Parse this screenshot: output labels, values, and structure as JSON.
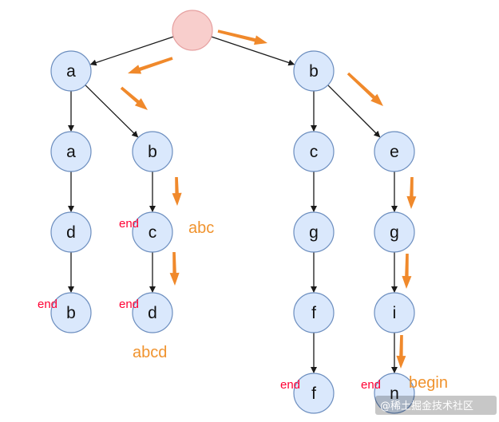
{
  "colors": {
    "node_fill": "#dae8fc",
    "node_stroke": "#6c8ebf",
    "root_fill": "#f8cecc",
    "edge": "#1a1a1a",
    "traversal_arrow": "#f0892b",
    "end_marker": "#ff0033",
    "word_label": "#f0932e"
  },
  "trie": {
    "root": {
      "label": ""
    },
    "nodes": [
      {
        "id": "a1",
        "label": "a"
      },
      {
        "id": "b1",
        "label": "b"
      },
      {
        "id": "a2",
        "label": "a"
      },
      {
        "id": "b2",
        "label": "b"
      },
      {
        "id": "c1",
        "label": "c"
      },
      {
        "id": "e1",
        "label": "e"
      },
      {
        "id": "d1",
        "label": "d"
      },
      {
        "id": "c2",
        "label": "c"
      },
      {
        "id": "g1",
        "label": "g"
      },
      {
        "id": "g2",
        "label": "g"
      },
      {
        "id": "b3",
        "label": "b"
      },
      {
        "id": "d2",
        "label": "d"
      },
      {
        "id": "f1",
        "label": "f"
      },
      {
        "id": "i1",
        "label": "i"
      },
      {
        "id": "f2",
        "label": "f"
      },
      {
        "id": "n1",
        "label": "n"
      }
    ],
    "edges": [
      [
        "root",
        "a1"
      ],
      [
        "root",
        "b1"
      ],
      [
        "a1",
        "a2"
      ],
      [
        "a1",
        "b2"
      ],
      [
        "b1",
        "c1"
      ],
      [
        "b1",
        "e1"
      ],
      [
        "a2",
        "d1"
      ],
      [
        "b2",
        "c2"
      ],
      [
        "c1",
        "g1"
      ],
      [
        "e1",
        "g2"
      ],
      [
        "d1",
        "b3"
      ],
      [
        "c2",
        "d2"
      ],
      [
        "g1",
        "f1"
      ],
      [
        "g2",
        "i1"
      ],
      [
        "f1",
        "f2"
      ],
      [
        "i1",
        "n1"
      ]
    ],
    "end_markers": [
      {
        "node": "c2",
        "text": "end"
      },
      {
        "node": "b3",
        "text": "end"
      },
      {
        "node": "d2",
        "text": "end"
      },
      {
        "node": "f2",
        "text": "end"
      },
      {
        "node": "n1",
        "text": "end"
      }
    ]
  },
  "words": {
    "abc": "abc",
    "abcd": "abcd",
    "begin": "begin"
  },
  "watermark": "@稀土掘金技术社区"
}
